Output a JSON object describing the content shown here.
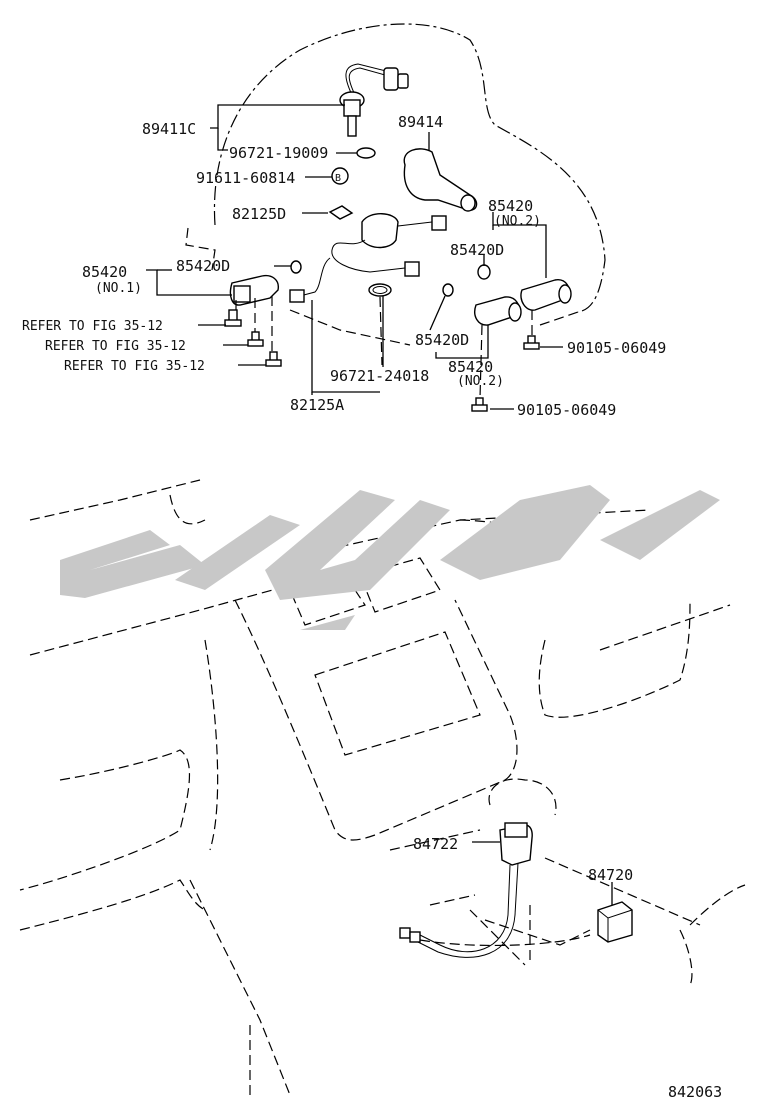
{
  "diagram_code": "842063",
  "labels": {
    "p89411C": "89411C",
    "p96721_19009": "96721-19009",
    "p89414": "89414",
    "p91611_60814": "91611-60814",
    "p82125D": "82125D",
    "p85420_no2_top": "85420",
    "no2_top": "(NO.2)",
    "p85420D_right": "85420D",
    "p85420_no1": "85420",
    "no1": "(NO.1)",
    "p85420D_left": "85420D",
    "refer1": "REFER TO FIG 35-12",
    "refer2": "REFER TO FIG 35-12",
    "refer3": "REFER TO FIG 35-12",
    "p85420D_mid": "85420D",
    "p85420_no2_mid": "85420",
    "no2_mid": "(NO.2)",
    "p90105_a": "90105-06049",
    "p96721_24018": "96721-24018",
    "p82125A": "82125A",
    "p90105_b": "90105-06049",
    "p84722": "84722",
    "p84720": "84720"
  }
}
